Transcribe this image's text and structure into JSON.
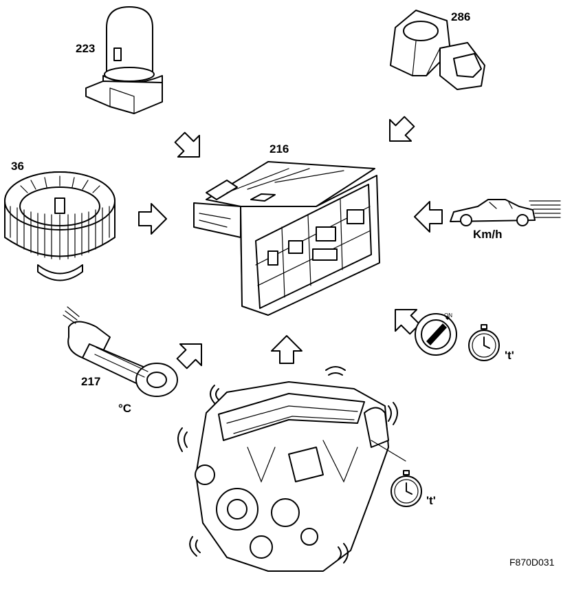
{
  "labels": {
    "ecu": "216",
    "sender_223": "223",
    "sensor_286": "286",
    "fan": "36",
    "temp_sensor": "217",
    "celsius": "°C",
    "speed": "Km/h",
    "time_ignition": "'t'",
    "time_engine": "'t'",
    "ignition_on": "ON",
    "figure_code": "F870D031"
  },
  "icons": {
    "arrows": [
      "hollow-arrow-icon"
    ],
    "clock": "stopwatch-icon",
    "ignition": "ignition-switch-icon",
    "car": "car-icon"
  }
}
